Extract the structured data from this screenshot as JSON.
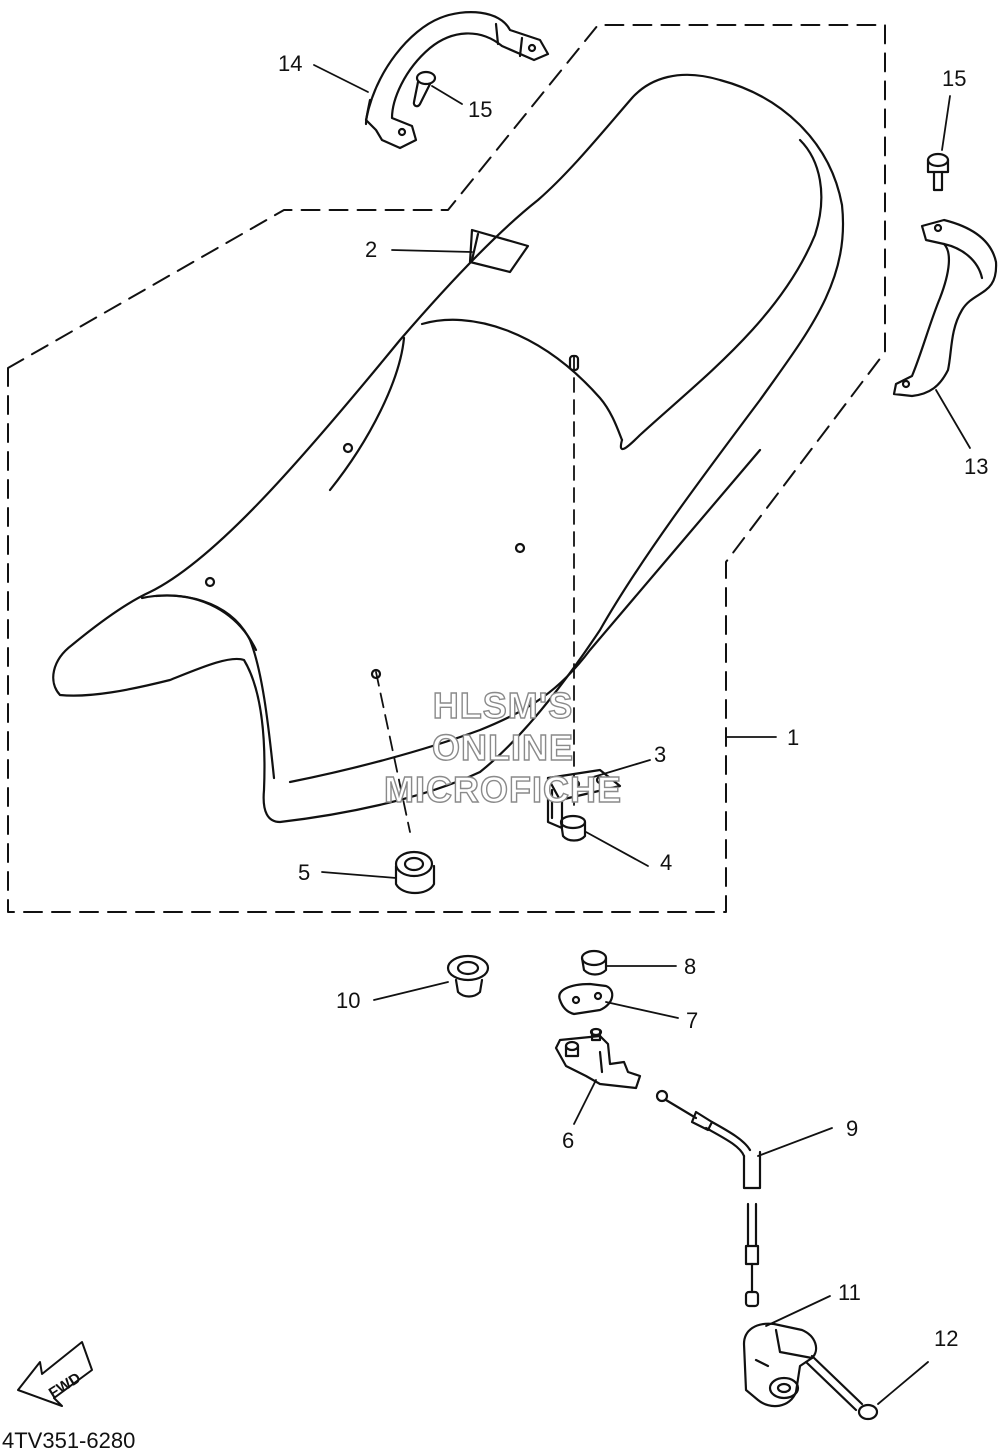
{
  "diagram_code": "4TV351-6280",
  "watermark": {
    "line1": "HLSM'S",
    "line2": "ONLINE",
    "line3": "MICROFICHE"
  },
  "fwd_label": "FWD",
  "callouts": {
    "c1": "1",
    "c2": "2",
    "c3": "3",
    "c4": "4",
    "c5": "5",
    "c6": "6",
    "c7": "7",
    "c8": "8",
    "c9": "9",
    "c10": "10",
    "c11": "11",
    "c12": "12",
    "c13": "13",
    "c14": "14",
    "c15a": "15",
    "c15b": "15"
  },
  "colors": {
    "line": "#111111",
    "watermark_outline": "#8a8a8a",
    "background": "#ffffff"
  }
}
